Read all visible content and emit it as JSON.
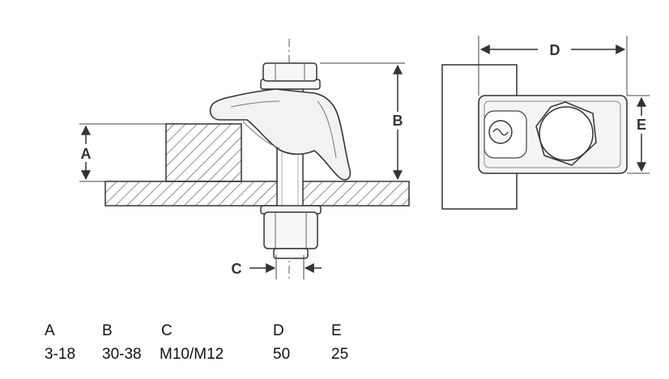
{
  "diagram": {
    "dimension_labels": {
      "a": "A",
      "b": "B",
      "c": "C",
      "d": "D",
      "e": "E"
    }
  },
  "spec_table": {
    "headers": [
      "A",
      "B",
      "C",
      "D",
      "E"
    ],
    "values": [
      "3-18",
      "30-38",
      "M10/M12",
      "50",
      "25"
    ]
  },
  "colors": {
    "line": "#333333",
    "clamp_fill": "#f2f2f2",
    "text": "#111111"
  }
}
